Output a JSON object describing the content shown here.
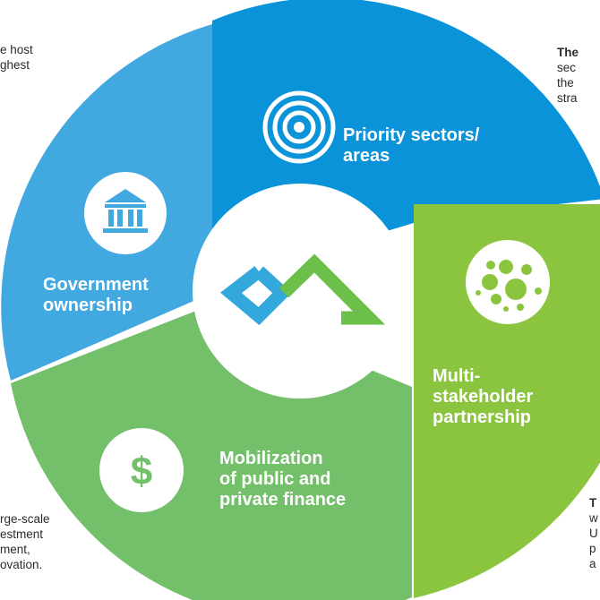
{
  "segments": {
    "priority": {
      "label_lines": [
        "Priority sectors/",
        "areas"
      ],
      "color": "#0b93d9",
      "icon": "target-icon"
    },
    "partnership": {
      "label_lines": [
        "Multi-",
        "stakeholder",
        "partnership"
      ],
      "color": "#8bc53f",
      "icon": "network-dots-icon"
    },
    "finance": {
      "label_lines": [
        "Mobilization",
        "of public and",
        "private finance"
      ],
      "color": "#73bf6a",
      "icon": "dollar-icon"
    },
    "government": {
      "label_lines": [
        "Government",
        "ownership"
      ],
      "color": "#42a8e0",
      "icon": "bank-building-icon"
    }
  },
  "center": {
    "icon": "infinity-loop-logo",
    "colors": [
      "#33a8dd",
      "#6cc04a"
    ]
  },
  "side_texts": {
    "top_left": [
      "e host",
      "ghest"
    ],
    "top_right": [
      "The",
      "sec",
      "the",
      "stra"
    ],
    "bottom_left": [
      "rge-scale",
      "estment",
      "ment,",
      "ovation."
    ],
    "bottom_right": [
      "T",
      "w",
      "U",
      "p",
      "a"
    ]
  }
}
